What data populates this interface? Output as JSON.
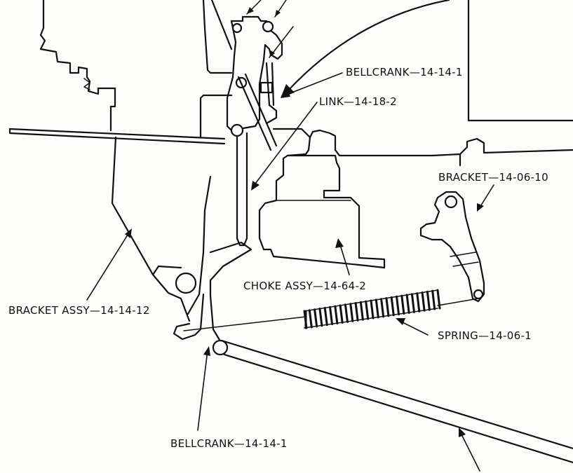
{
  "labels": {
    "bellcrank_top": "BELLCRANK—14-14-1",
    "link": "LINK—14-18-2",
    "bracket_right": "BRACKET—14-06-10",
    "choke": "CHOKE ASSY—14-64-2",
    "bracket_assy": "BRACKET  ASSY—14-14-12",
    "spring": "SPRING—14-06-1",
    "bellcrank_bottom": "BELLCRANK—14-14-1"
  }
}
